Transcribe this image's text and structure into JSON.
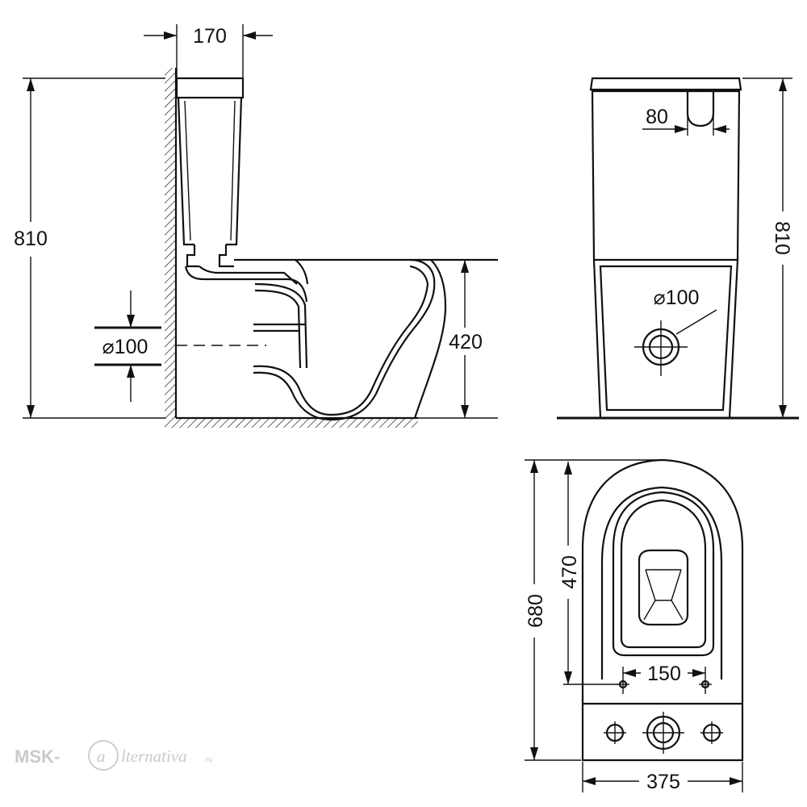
{
  "side_view": {
    "tank_depth": "170",
    "total_height": "810",
    "pipe_diameter": "⌀100",
    "seat_height": "420"
  },
  "front_view": {
    "button_offset": "80",
    "pipe_diameter": "⌀100",
    "total_height": "810"
  },
  "top_view": {
    "total_length": "680",
    "bowl_length": "470",
    "bolt_spacing": "150",
    "width": "375"
  },
  "watermark": {
    "prefix": "MSK-",
    "letter": "a",
    "suffix": "lternativa",
    "domain": ".ru"
  },
  "colors": {
    "line": "#111111",
    "watermark": "#c9c9c9",
    "background": "#ffffff"
  }
}
